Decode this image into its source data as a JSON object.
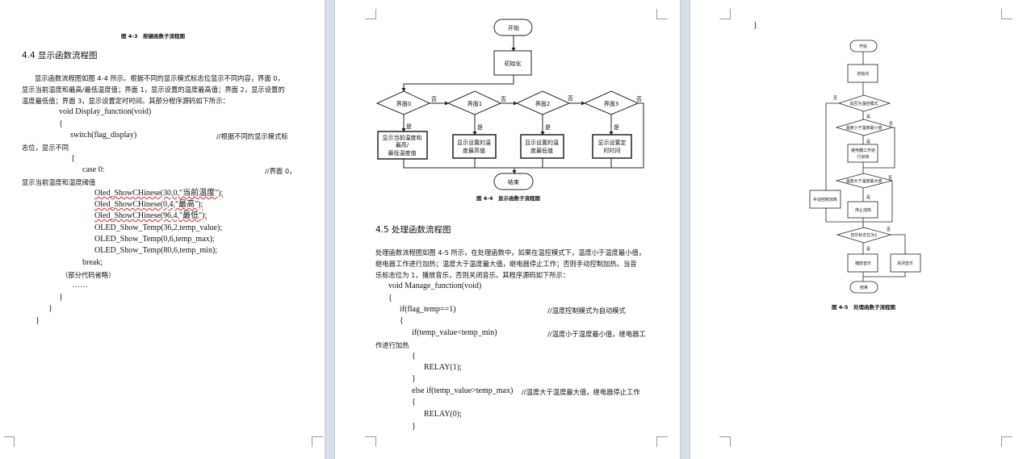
{
  "page1": {
    "caption": "图 4-3　按键函数子流程图",
    "heading": "4.4  显示函数流程图",
    "para": [
      "显示函数流程图如图 4-4 所示。根据不同的显示模式标志位显示不同内容，界面 0，",
      "显示当前温度和最高/最低温度值；界面 1，显示设置的温度最高值；界面 2，显示设置的",
      "温度最低值；界面 3，显示设置定时时间。其部分程序源码如下所示："
    ],
    "code": {
      "fn": "void Display_function(void)",
      "b1": "{",
      "sw": "switch(flag_display)",
      "sw_c": "//根据不同的显示模式标",
      "sw_c2": "志位，显示不同",
      "b2": "{",
      "case": "case 0:",
      "case_c": "//界面 0，",
      "case_c2": "显示当前温度和温度阈值",
      "l1": "Oled_ShowCHinese(30,0,\"当前温度\");",
      "l2": "Oled_ShowCHinese(0,4,\"最高\");",
      "l3": "Oled_ShowCHinese(96,4,\"最低\");",
      "l4": "OLED_Show_Temp(36,2,temp_value);",
      "l5": "OLED_Show_Temp(0,6,temp_max);",
      "l6": "OLED_Show_Temp(80,6,temp_min);",
      "brk": "break;",
      "omit": "（部分代码省略）",
      "dots": "……",
      "e1": "}",
      "e2": "}",
      "e3": "}"
    }
  },
  "page2": {
    "flow": {
      "start": "开始",
      "init": "初始化",
      "d0": "界面0",
      "d1": "界面1",
      "d2": "界面2",
      "d3": "界面3",
      "no": "否",
      "yes": "是",
      "b0a": "显示当前温度和",
      "b0b": "最高/",
      "b0c": "最低温度值",
      "b1a": "显示设置的温",
      "b1b": "度最高值",
      "b2a": "显示设置的温",
      "b2b": "度最低值",
      "b3a": "显示设置定",
      "b3b": "时时间",
      "end": "结束"
    },
    "caption": "图 4-4　显示函数子流程图",
    "heading": "4.5  处理函数流程图",
    "para": [
      "处理函数流程图如图 4-5 所示，在处理函数中，如果在温控模式下，温度小于温度最小值，",
      "继电器工作进行加热；温度大于温度最大值，继电器停止工作；否则手动控制加热。当音",
      "乐标志位为 1，播放音乐，否则关闭音乐。其程序源码如下所示："
    ],
    "code": {
      "fn": "void Manage_function(void)",
      "b1": "{",
      "if1": "if(flag_temp==1)",
      "if1_c": "//温度控制模式为自动模式",
      "b2": "{",
      "if2": "if(temp_value<temp_min)",
      "if2_c": "//温度小于温度最小值，继电器工",
      "if2_c2": "作进行加热",
      "b3": "{",
      "r1": "RELAY(1);",
      "e3": "}",
      "elif": "else if(temp_value>temp_max)",
      "elif_c": "//温度大于温度最大值，继电器停止工作",
      "b4": "{",
      "r0": "RELAY(0);",
      "e4": "}"
    }
  },
  "page3": {
    "brace": "}",
    "flow": {
      "start": "开始",
      "init": "初始化",
      "d_mode": "是否为温控模式",
      "d_min": "温度小于温度最小值",
      "relay_a": "继电器工作进",
      "relay_b": "行加热",
      "d_max": "温度大于温度最大值",
      "manual": "手动控制加热",
      "stop": "停止加热",
      "d_music": "音乐标志位为1",
      "play": "播放音乐",
      "close": "关闭音乐",
      "end": "结束",
      "no": "否",
      "yes": "是"
    },
    "caption": "图 4-5　处理函数子流程图"
  }
}
